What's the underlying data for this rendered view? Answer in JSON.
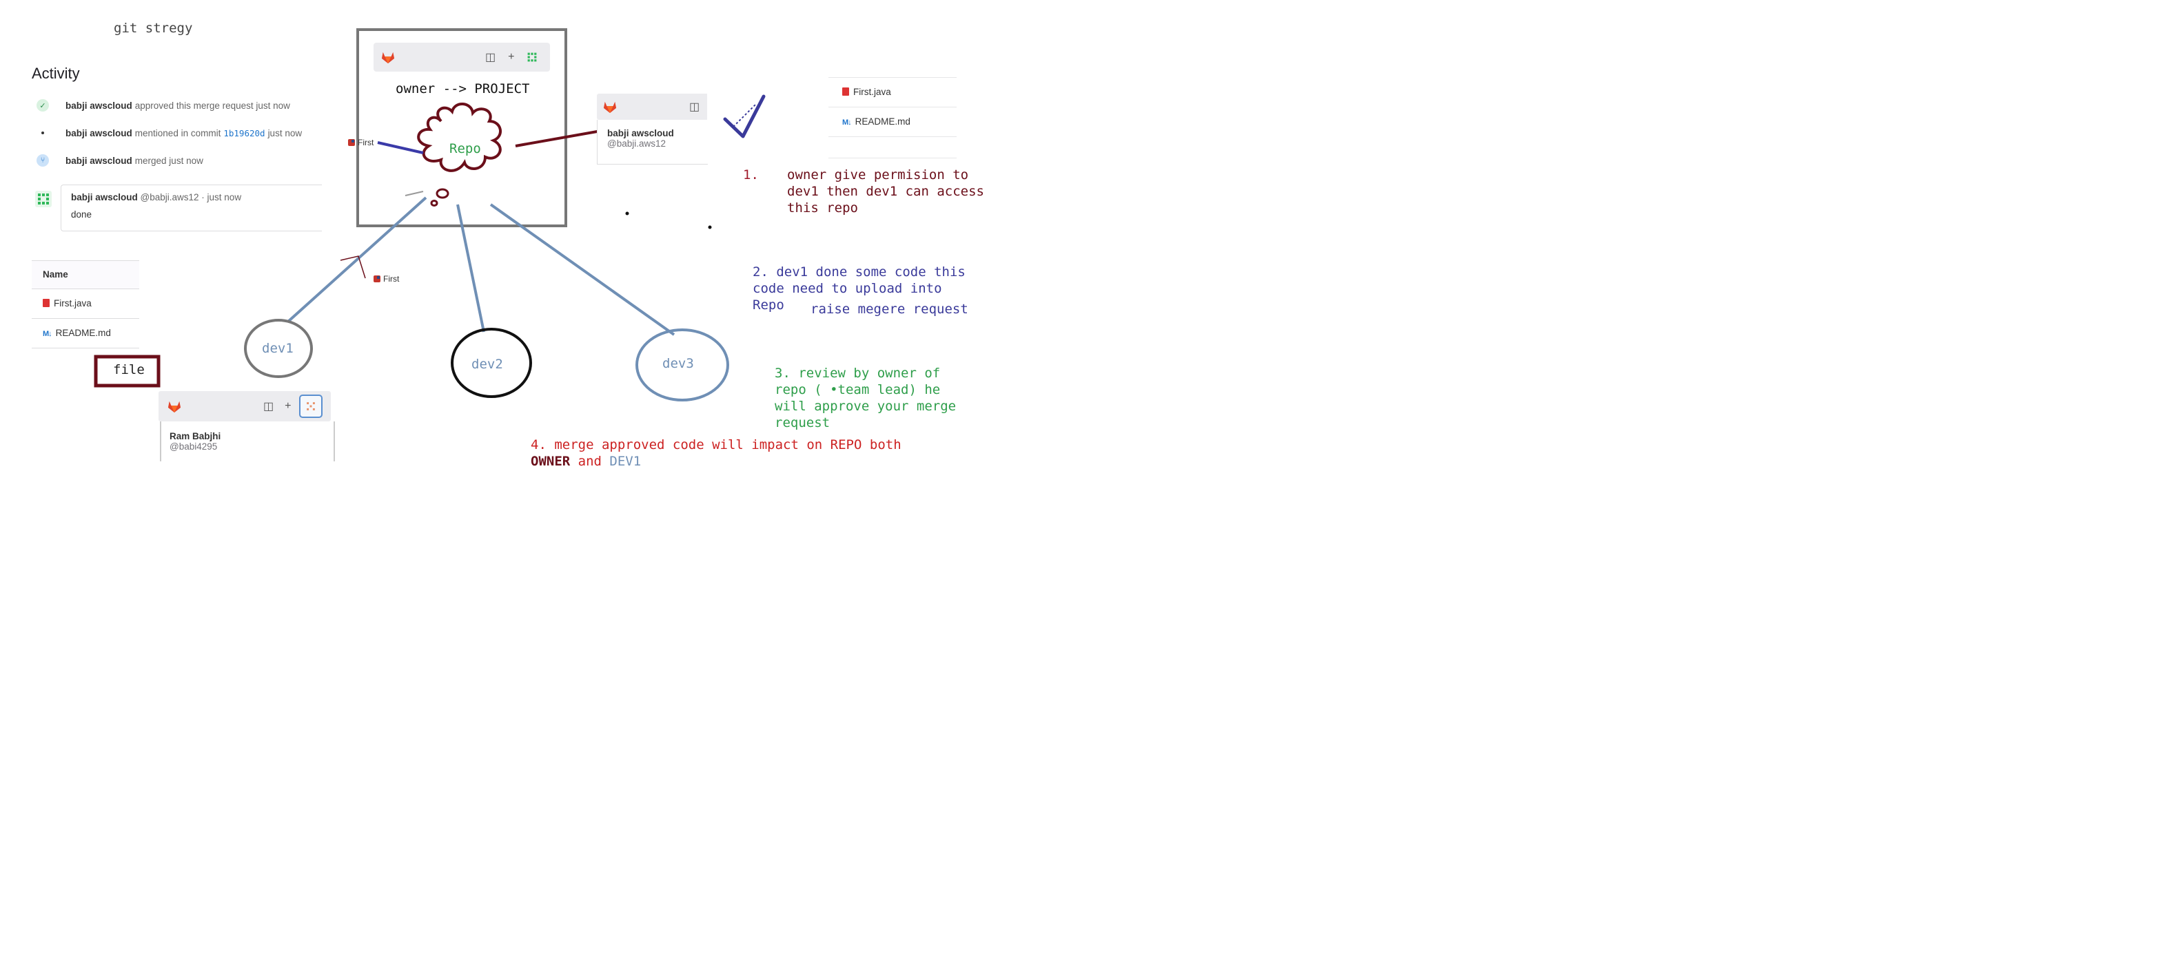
{
  "heading": "git stregy",
  "activity": {
    "title": "Activity",
    "items": [
      {
        "user": "babji awscloud",
        "text": "approved this merge request just now",
        "type": "approved"
      },
      {
        "user": "babji awscloud",
        "text_before": "mentioned in commit",
        "commit": "1b19620d",
        "text_after": "just now",
        "type": "commit"
      },
      {
        "user": "babji awscloud",
        "text": "merged just now",
        "type": "merged"
      }
    ],
    "comment": {
      "user": "babji awscloud",
      "meta": "@babji.aws12 · just now",
      "body": "done"
    }
  },
  "file_table": {
    "header": "Name",
    "rows": [
      "First.java",
      "README.md"
    ]
  },
  "file_box_label": "file",
  "project_box": {
    "title": "owner --> PROJECT",
    "repo_label": "Repo"
  },
  "user_cards": [
    {
      "name": "babji awscloud",
      "handle": "@babji.aws12"
    },
    {
      "name": "Ram Babjhi",
      "handle": "@babi4295"
    }
  ],
  "right_file_list": [
    "First.java",
    "README.md"
  ],
  "first_badges": [
    "First",
    "First"
  ],
  "devs": [
    "dev1",
    "dev2",
    "dev3"
  ],
  "notes": {
    "n1_num": "1.",
    "n1_text": "owner give permision to\ndev1 then dev1 can access\nthis repo",
    "n2_text": "2. dev1 done some code this\ncode need to upload into\nRepo",
    "n2_extra": "raise megere request",
    "n3_text": "3. review by owner of\nrepo ( •team lead) he\nwill approve your merge\nrequest",
    "n4_line1": "4. merge approved code will impact on REPO both",
    "n4_owner": "OWNER",
    "n4_and": " and ",
    "n4_dev1": "DEV1"
  },
  "colors": {
    "maroon": "#6b0f1a",
    "steel_blue": "#6f8fb5",
    "navy": "#3a3a9a",
    "green": "#2e9e4a",
    "red": "#cc2222",
    "gray_box": "#777777"
  }
}
